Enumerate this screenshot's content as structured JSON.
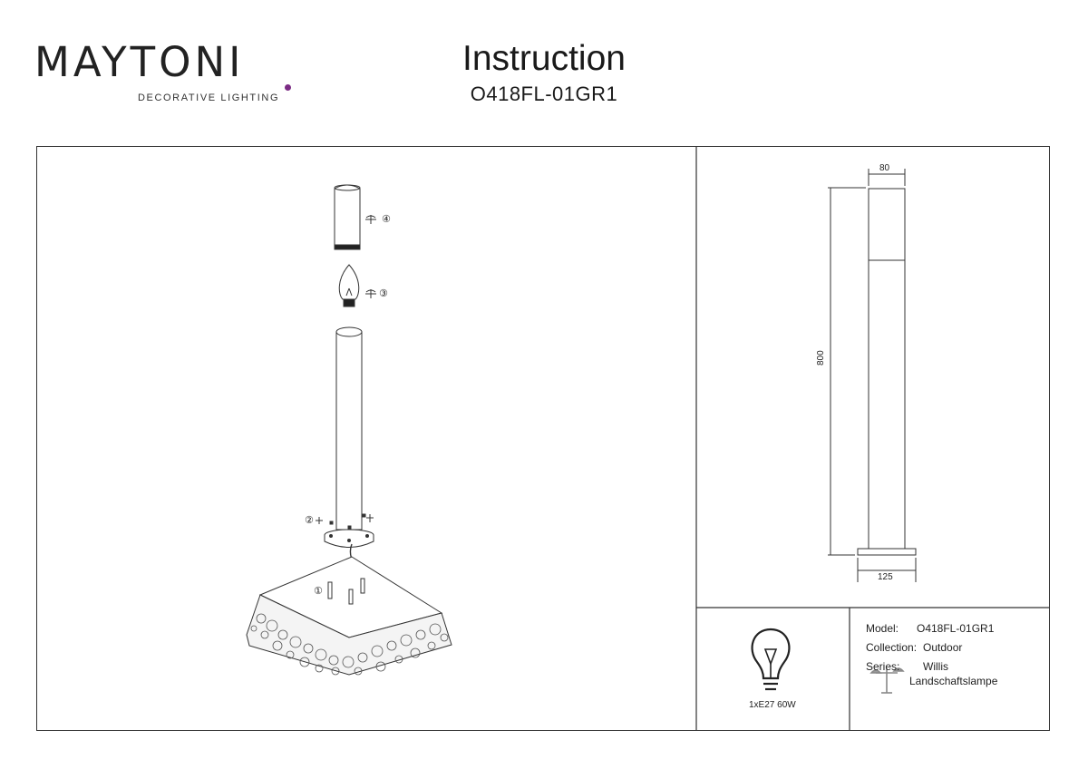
{
  "header": {
    "brand": "MAYTONI",
    "tagline": "DECORATIVE LIGHTING",
    "title": "Instruction",
    "model_code": "O418FL-01GR1"
  },
  "dimensions": {
    "top_width": "80",
    "height": "800",
    "base_width": "125"
  },
  "assembly_steps": [
    "①",
    "②",
    "③",
    "④"
  ],
  "bulb": {
    "spec": "1xE27 60W",
    "icon": "bulb-icon"
  },
  "info": {
    "model_label": "Model:",
    "model_value": "O418FL-01GR1",
    "collection_label": "Collection:",
    "collection_value": "Outdoor",
    "series_label": "Series:",
    "series_value": "Willis",
    "type_value": "Landschaftslampe",
    "type_icon": "landscape-lamp-icon"
  },
  "colors": {
    "brand_accent": "#7b2b84",
    "line": "#333333"
  }
}
